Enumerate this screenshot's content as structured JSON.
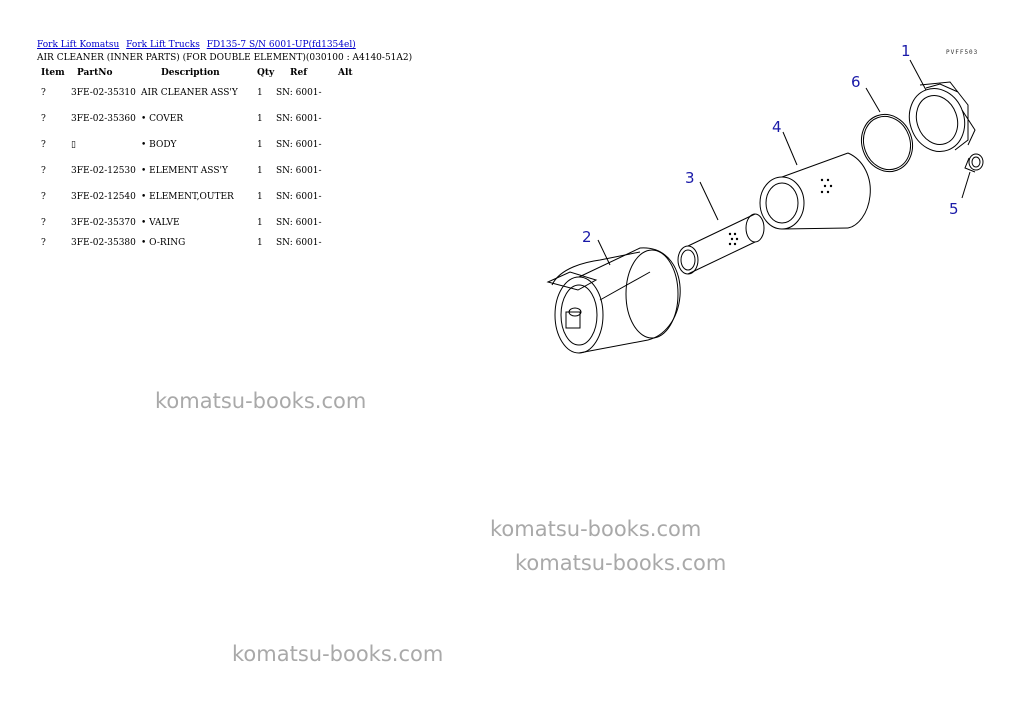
{
  "breadcrumb": {
    "link1": "Fork Lift Komatsu",
    "link2": "Fork Lift Trucks",
    "link3": "FD135-7 S/N 6001-UP(fd1354el)"
  },
  "subtitle": "AIR CLEANER (INNER PARTS) (FOR DOUBLE ELEMENT)(030100 : A4140-51A2)",
  "table": {
    "headers": {
      "item": "Item",
      "partno": "PartNo",
      "description": "Description",
      "qty": "Qty",
      "ref": "Ref",
      "alt": "Alt"
    },
    "rows": [
      {
        "item": "?",
        "partno": "3FE-02-35310",
        "description": "AIR CLEANER ASS'Y",
        "qty": "1",
        "ref": "SN: 6001-",
        "alt": ""
      },
      {
        "item": "?",
        "partno": "3FE-02-35360",
        "description": "• COVER",
        "qty": "1",
        "ref": "SN: 6001-",
        "alt": ""
      },
      {
        "item": "?",
        "partno": "▯",
        "description": "• BODY",
        "qty": "1",
        "ref": "SN: 6001-",
        "alt": ""
      },
      {
        "item": "?",
        "partno": "3FE-02-12530",
        "description": "• ELEMENT ASS'Y",
        "qty": "1",
        "ref": "SN: 6001-",
        "alt": ""
      },
      {
        "item": "?",
        "partno": "3FE-02-12540",
        "description": "• ELEMENT,OUTER",
        "qty": "1",
        "ref": "SN: 6001-",
        "alt": ""
      },
      {
        "item": "?",
        "partno": "3FE-02-35370",
        "description": "• VALVE",
        "qty": "1",
        "ref": "SN: 6001-",
        "alt": ""
      },
      {
        "item": "?",
        "partno": "3FE-02-35380",
        "description": "• O-RING",
        "qty": "1",
        "ref": "SN: 6001-",
        "alt": ""
      }
    ]
  },
  "diagram": {
    "code": "PVFF503",
    "callouts": [
      "1",
      "2",
      "3",
      "4",
      "5",
      "6"
    ]
  },
  "watermarks": [
    "komatsu-books.com",
    "komatsu-books.com",
    "komatsu-books.com",
    "komatsu-books.com"
  ],
  "colors": {
    "link": "#0000cc",
    "callout": "#1a1aa8",
    "watermark": "#a9a9a9"
  }
}
